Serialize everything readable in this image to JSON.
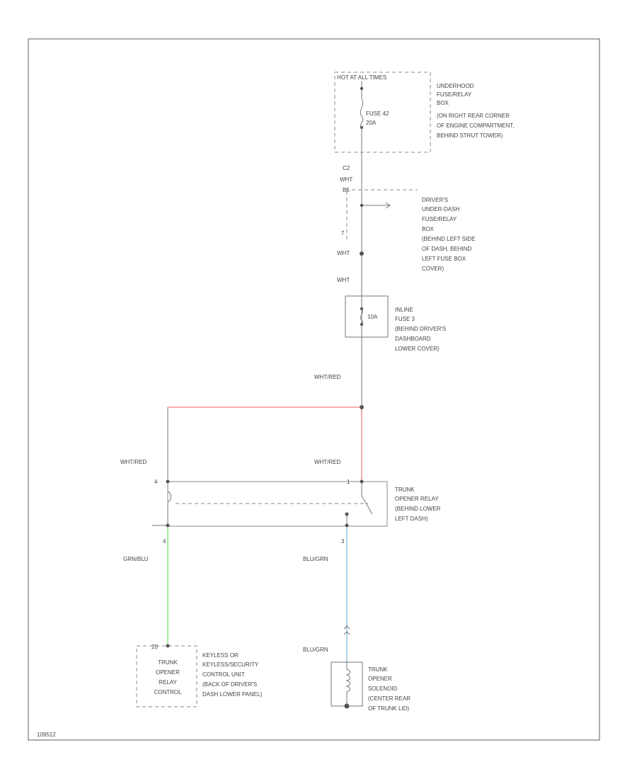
{
  "diagram": {
    "source_box": {
      "title": "HOT AT ALL TIMES",
      "fuse_label": "FUSE 42",
      "fuse_rating": "20A",
      "location": [
        "UNDERHOOD",
        "FUSE/RELAY",
        "BOX",
        "(ON RIGHT REAR CORNER",
        "OF ENGINE COMPARTMENT,",
        "BEHIND STRUT TOWER)"
      ]
    },
    "connector_c2": "C2",
    "wire_wht_1": "WHT",
    "pin_b5": "B5",
    "underdash_box": {
      "location": [
        "DRIVER'S",
        "UNDER-DASH",
        "FUSE/RELAY",
        "BOX",
        "(BEHIND LEFT SIDE",
        "OF DASH, BEHIND",
        "LEFT FUSE BOX",
        "COVER)"
      ]
    },
    "pin_7": "7",
    "wire_wht_2": "WHT",
    "wire_wht_3": "WHT",
    "inline_fuse": {
      "rating": "10A",
      "location": [
        "INLINE",
        "FUSE 3",
        "(BEHIND DRIVER'S",
        "DASHBOARD",
        "LOWER COVER)"
      ]
    },
    "wire_wht_red_1": "WHT/RED",
    "wire_wht_red_2": "WHT/RED",
    "wire_wht_red_3": "WHT/RED",
    "relay": {
      "location": [
        "TRUNK",
        "OPENER RELAY",
        "(BEHIND LOWER",
        "LEFT DASH)"
      ]
    },
    "pin_4": "4",
    "pin_3": "3",
    "wire_grn_blu": "GRN/BLU",
    "wire_blu_grn_1": "BLU/GRN",
    "wire_blu_grn_2": "BLU/GRN",
    "control_box": {
      "pin": "20",
      "inner": [
        "TRUNK",
        "OPENER",
        "RELAY",
        "CONTROL"
      ],
      "location": [
        "KEYLESS OR",
        "KEYLESS/SECURITY",
        "CONTROL UNIT",
        "(BACK OF DRIVER'S",
        "DASH LOWER PANEL)"
      ]
    },
    "solenoid": {
      "location": [
        "TRUNK",
        "OPENER",
        "SOLENOID",
        "(CENTER REAR",
        "OF TRUNK LID)"
      ]
    },
    "figure_id": "109512",
    "colors": {
      "wire_red": "#f08080",
      "wire_green": "#7fe07f",
      "wire_blue": "#8fbfd8",
      "line": "#777777"
    }
  }
}
